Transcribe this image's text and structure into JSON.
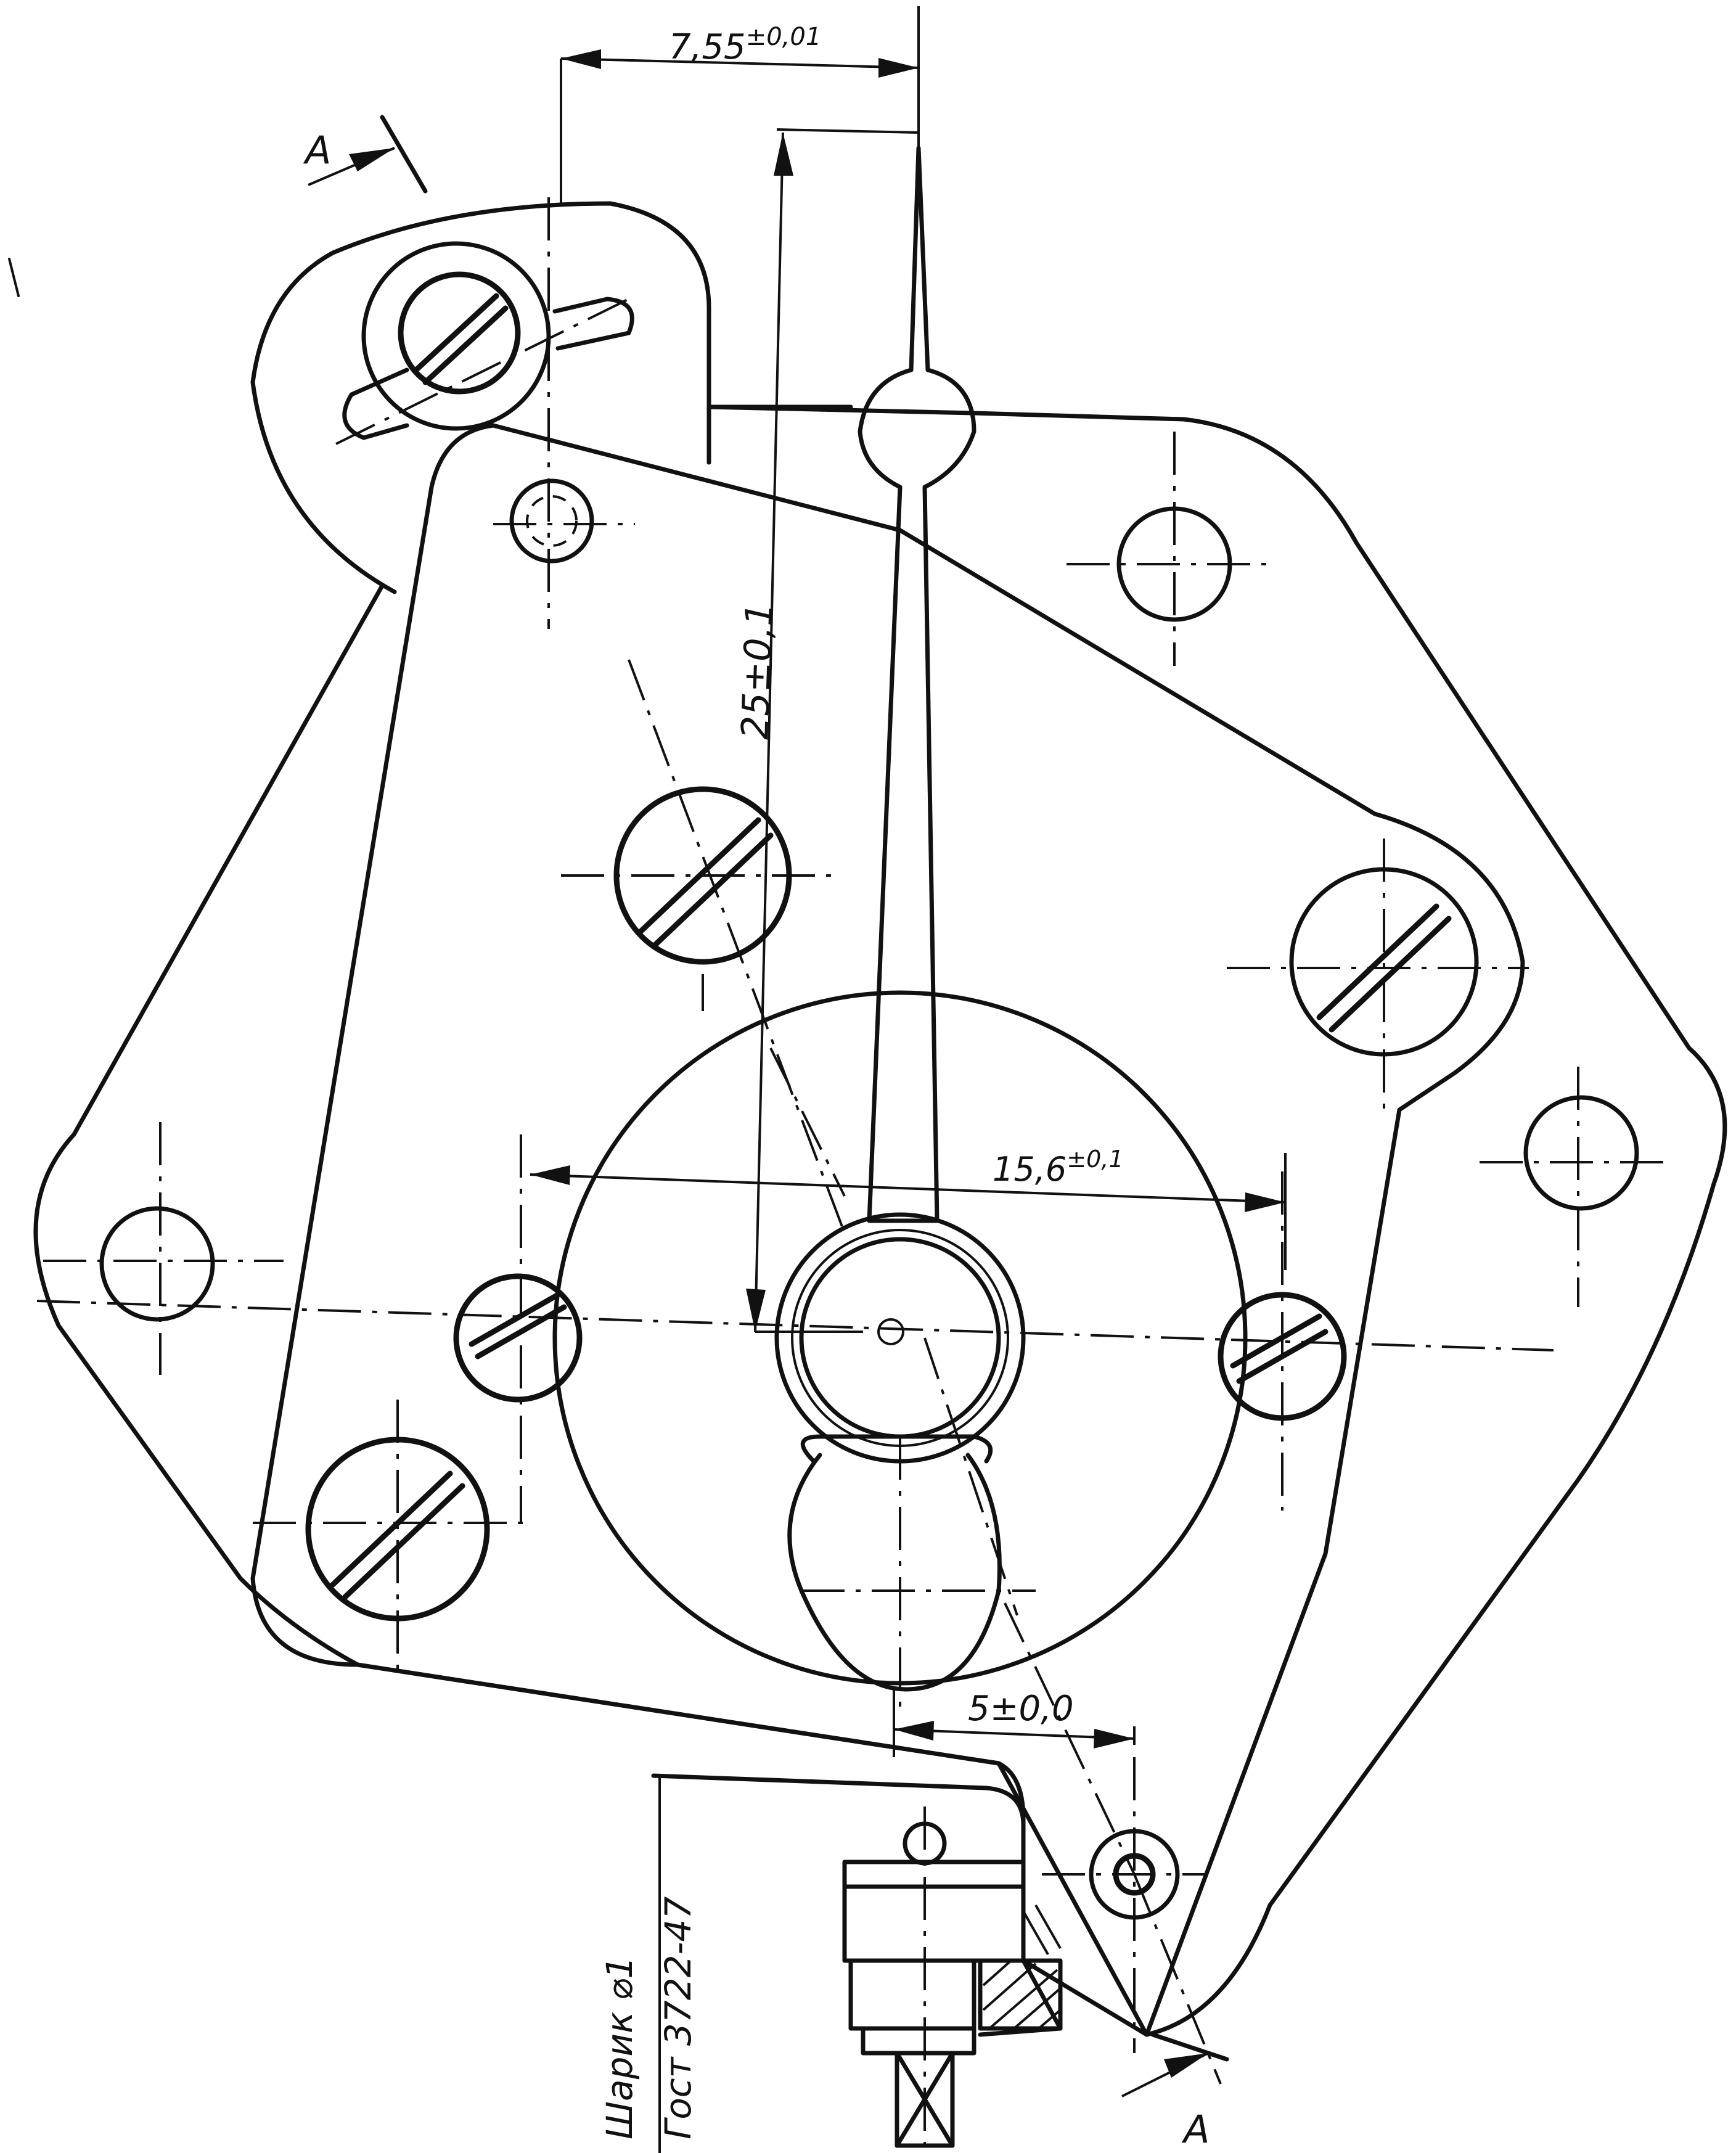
{
  "dimensions": {
    "top_offset": "7,55",
    "top_offset_tol": "±0,01",
    "vertical": "25±0,1",
    "horizontal": "15,6",
    "horizontal_tol": "±0,1",
    "lower_offset": "5±0,0"
  },
  "section_labels": {
    "top": "A",
    "bottom": "A"
  },
  "notes": {
    "ball": "Шарик ⌀1",
    "standard": "Гост 3722-47"
  }
}
